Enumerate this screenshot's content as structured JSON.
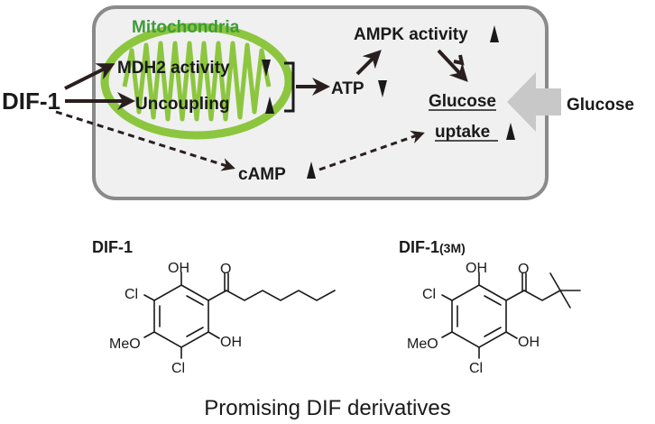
{
  "diagram": {
    "input": "DIF-1",
    "organelle": "Mitochondria",
    "mito_effects": [
      "MDH2 activity",
      "Uncoupling"
    ],
    "atp": "ATP",
    "ampk": "AMPK activity",
    "glucose_uptake_line1": "Glucose",
    "glucose_uptake_line2": "uptake",
    "camp": "cAMP",
    "external_glucose": "Glucose",
    "colors": {
      "cell_fill": "#f0f0f0",
      "cell_border": "#8a8a8a",
      "mito_green": "#8cc63f",
      "label_green": "#3d9a3a",
      "arrow": "#2a1f1f",
      "big_arrow": "#c8c8c8"
    }
  },
  "structures": {
    "left": {
      "name": "DIF-1",
      "labels": {
        "oh_top": "OH",
        "cl_left": "Cl",
        "meo": "MeO",
        "oh_bottom": "OH",
        "cl_bottom": "Cl"
      }
    },
    "right": {
      "name_main": "DIF-1",
      "name_sub": "(3M)",
      "labels": {
        "oh_top": "OH",
        "cl_left": "Cl",
        "meo": "MeO",
        "oh_bottom": "OH",
        "cl_bottom": "Cl"
      }
    }
  },
  "caption": "Promising DIF derivatives"
}
